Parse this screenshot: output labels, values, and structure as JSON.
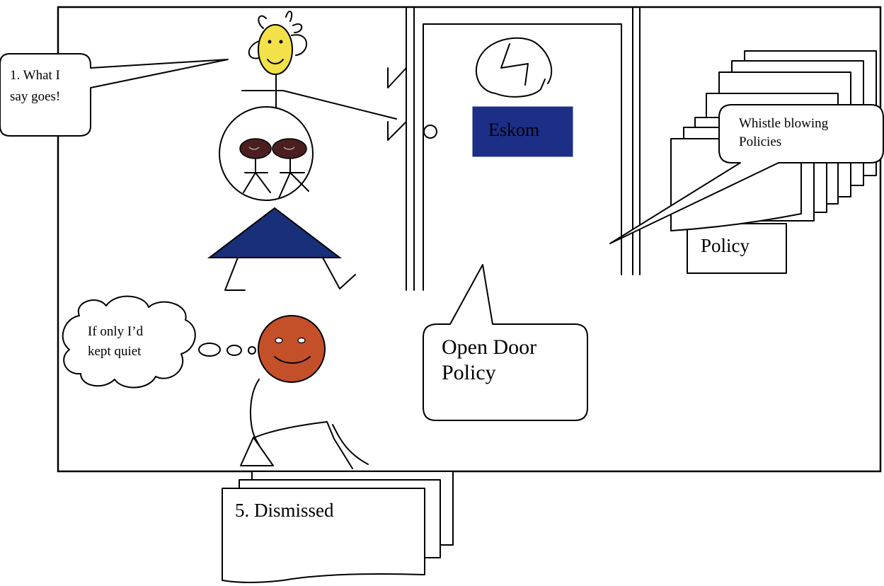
{
  "labels": {
    "boss_speech_line1": "1. What I",
    "boss_speech_line2": "say goes!",
    "door_sign": "Eskom",
    "whistle_line1": "Whistle blowing",
    "whistle_line2": "Policies",
    "policy_page": "Policy",
    "thought_line1": "If only I’d",
    "thought_line2": "kept quiet",
    "open_door_line1": "Open Door",
    "open_door_line2": "Policy",
    "dismissed_page": "5. Dismissed"
  },
  "colors": {
    "boss_face": "#f2e14a",
    "eyes_faces": "#4a1f1f",
    "skirt": "#1a2f7a",
    "door_sign": "#1c2e86",
    "employee_face": "#c4502a",
    "ink": "#000000"
  }
}
